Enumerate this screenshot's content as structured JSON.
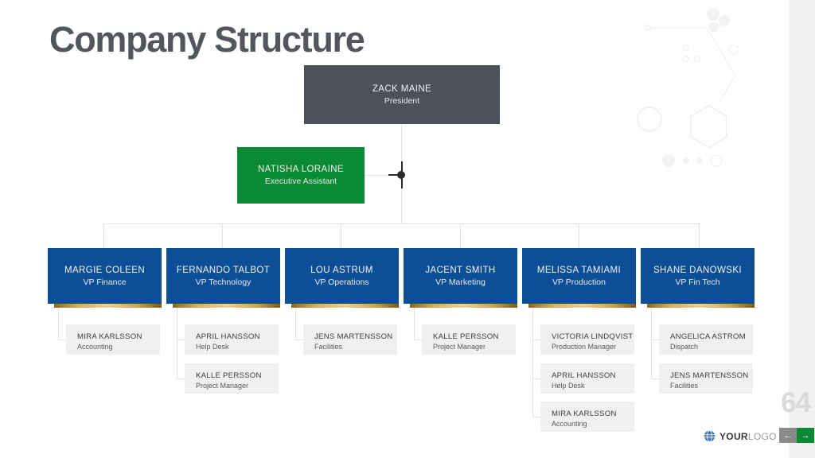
{
  "slide": {
    "title": "Company Structure",
    "page_number": "64"
  },
  "colors": {
    "president_box": "#4d525a",
    "assistant_box": "#0a8a33",
    "vp_box": "#0d4f96",
    "sub_box": "#f0f0f0",
    "title_text": "#53565c",
    "accent_green": "#0a8a33",
    "gold_strip": "#d9ab5e",
    "connector_line": "#e3e3e3"
  },
  "org": {
    "president": {
      "name": "ZACK MAINE",
      "title": "President"
    },
    "assistant": {
      "name": "NATISHA LORAINE",
      "title": "Executive Assistant"
    },
    "departments": [
      {
        "name": "MARGIE COLEEN",
        "title": "VP Finance",
        "reports": [
          {
            "name": "MIRA KARLSSON",
            "title": "Accounting"
          }
        ]
      },
      {
        "name": "FERNANDO TALBOT",
        "title": "VP Technology",
        "reports": [
          {
            "name": "APRIL HANSSON",
            "title": "Help Desk"
          },
          {
            "name": "KALLE PERSSON",
            "title": "Project Manager"
          }
        ]
      },
      {
        "name": "LOU ASTRUM",
        "title": "VP Operations",
        "reports": [
          {
            "name": "JENS MARTENSSON",
            "title": "Facilities"
          }
        ]
      },
      {
        "name": "JACENT SMITH",
        "title": "VP Marketing",
        "reports": [
          {
            "name": "KALLE PERSSON",
            "title": "Project Manager"
          }
        ]
      },
      {
        "name": "MELISSA TAMIAMI",
        "title": "VP Production",
        "reports": [
          {
            "name": "VICTORIA LINDQVIST",
            "title": "Production Manager"
          },
          {
            "name": "APRIL HANSSON",
            "title": "Help Desk"
          },
          {
            "name": "MIRA KARLSSON",
            "title": "Accounting"
          }
        ]
      },
      {
        "name": "SHANE DANOWSKI",
        "title": "VP Fin Tech",
        "reports": [
          {
            "name": "ANGELICA ASTROM",
            "title": "Dispatch"
          },
          {
            "name": "JENS MARTENSSON",
            "title": "Facilities"
          }
        ]
      }
    ]
  },
  "footer": {
    "logo_icon": "globe-icon",
    "logo_bold": "YOUR",
    "logo_light": "LOGO",
    "prev_label": "←",
    "next_label": "→"
  }
}
